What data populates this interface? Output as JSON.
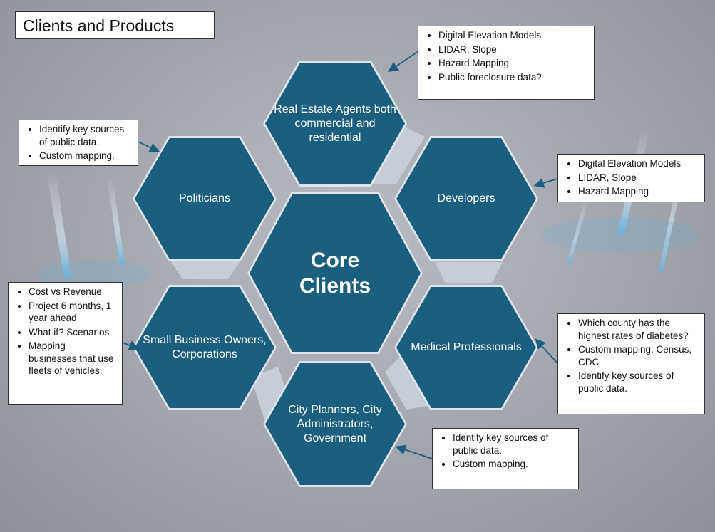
{
  "title": "Clients and Products",
  "colors": {
    "hex_fill": "#1b5f80",
    "background": "#a6a9af",
    "arrow": "#1b5f80"
  },
  "hexagons": {
    "core": "Core Clients",
    "real_estate": "Real Estate Agents both commercial and residential",
    "politicians": "Politicians",
    "developers": "Developers",
    "small_business": "Small Business Owners, Corporations",
    "medical": "Medical Professionals",
    "city_planners": "City Planners, City Administrators, Government"
  },
  "notes": {
    "real_estate": [
      "Digital Elevation Models",
      " LIDAR, Slope",
      "Hazard Mapping",
      "Public foreclosure data?"
    ],
    "politicians": [
      "Identify key sources of public data.",
      "Custom mapping."
    ],
    "developers": [
      "Digital Elevation Models",
      " LIDAR, Slope",
      "Hazard Mapping"
    ],
    "small_business": [
      "Cost vs Revenue",
      "Project 6 months, 1 year ahead",
      "What if? Scenarios",
      "Mapping businesses that use fleets of vehicles."
    ],
    "medical": [
      "Which county has the highest rates of diabetes?",
      "Custom mapping, Census, CDC",
      "Identify key sources of public data."
    ],
    "city_planners": [
      "Identify key sources of public data.",
      "Custom mapping."
    ]
  }
}
